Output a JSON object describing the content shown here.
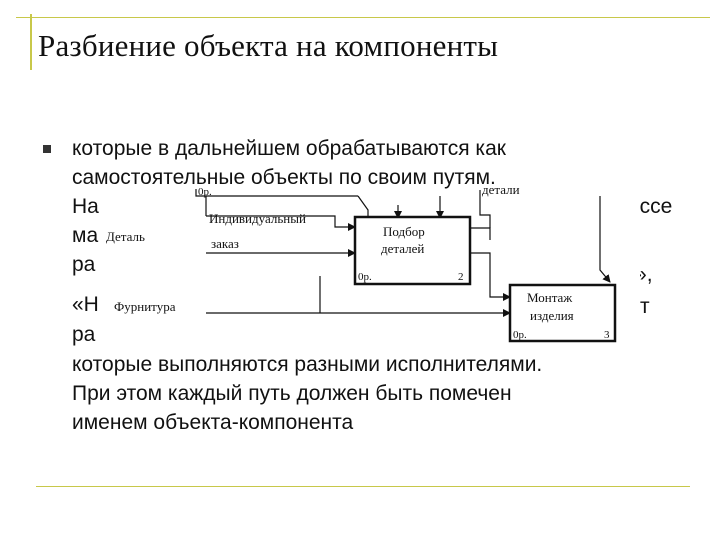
{
  "slide": {
    "title": "Разбиение объекта на компоненты",
    "bullet_lines": [
      "которые в дальнейшем обрабатываются как",
      "самостоятельные объекты по своим путям.",
      "На",
      "ессе",
      "ма",
      "ра",
      "кт»,",
      "«Н",
      "дит",
      "ра",
      "которые выполняются разными исполнителями.",
      "При этом каждый путь должен быть помечен",
      "именем объекта-компонента"
    ]
  },
  "diagram": {
    "inputs": [
      "Деталь",
      "Фурнитура"
    ],
    "output_labels": [
      "Индивидуальный",
      "заказ",
      "детали"
    ],
    "partial_label": "0р.",
    "blocks": [
      {
        "name": "Подбор",
        "name2": "деталей",
        "cost": "0р.",
        "number": "2"
      },
      {
        "name": "Монтаж",
        "name2": "изделия",
        "cost": "0р.",
        "number": "3"
      }
    ]
  }
}
